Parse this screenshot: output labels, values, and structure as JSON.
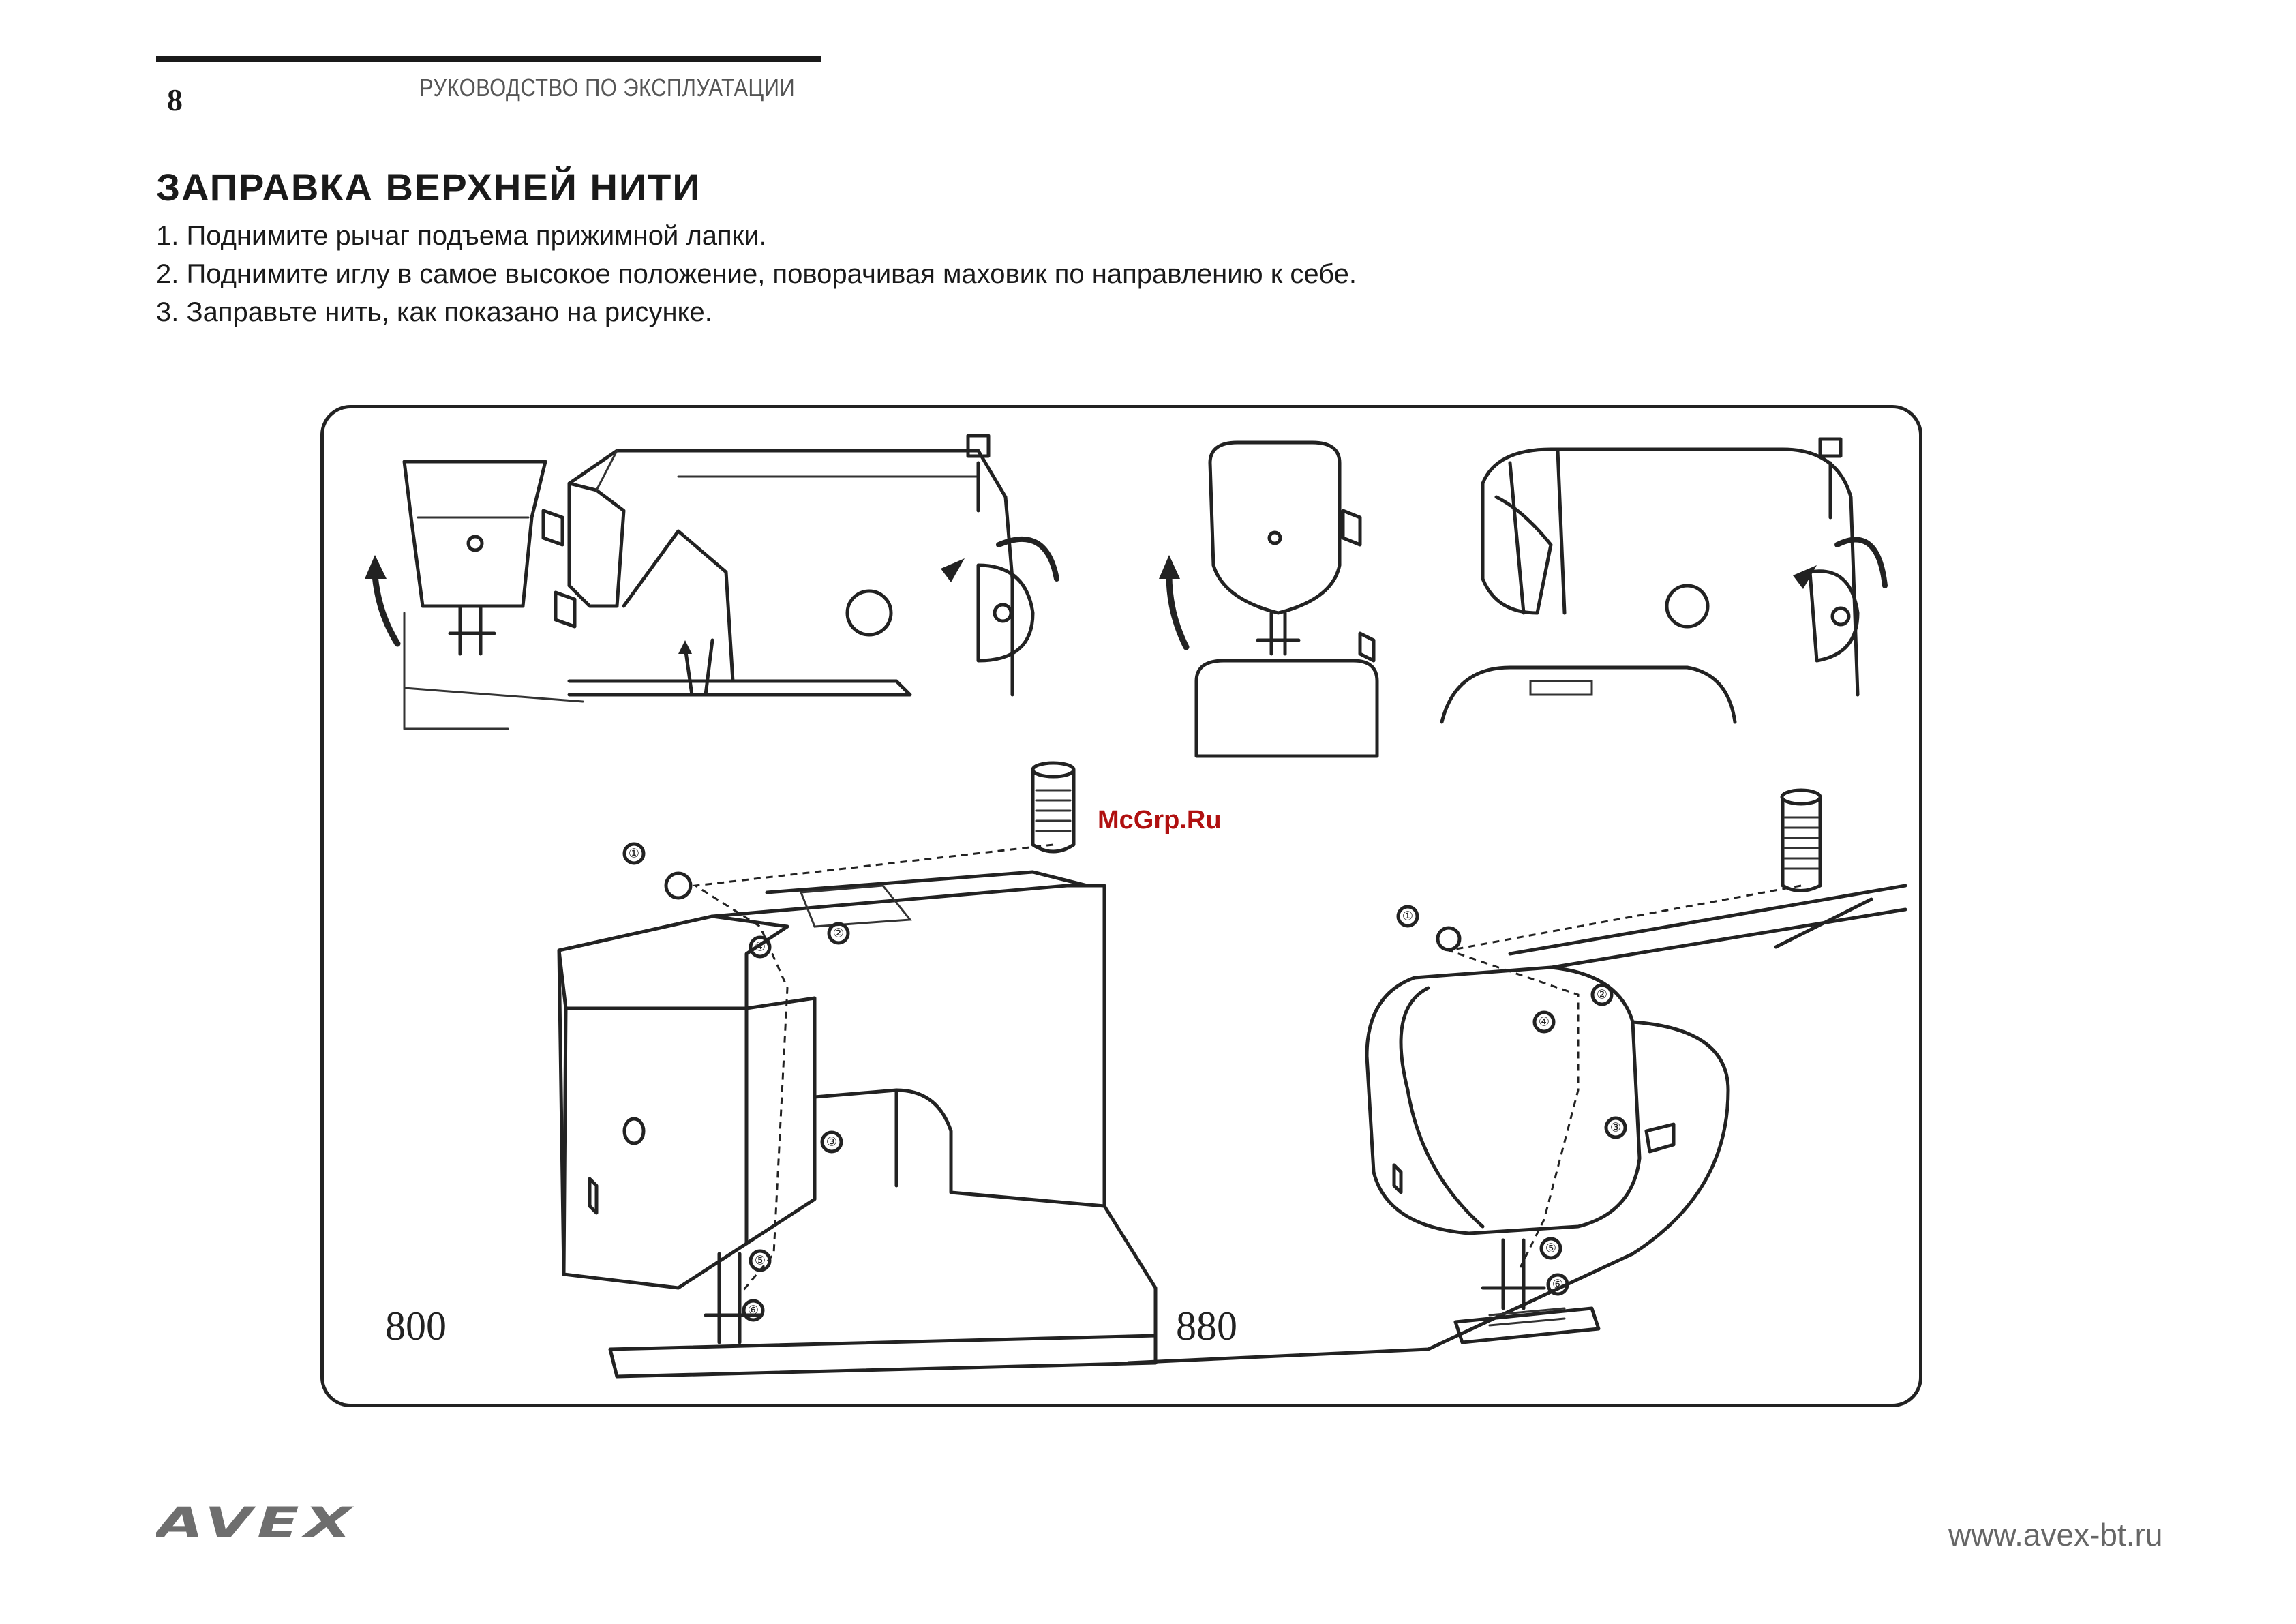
{
  "header": {
    "page_number": "8",
    "running_head": "РУКОВОДСТВО ПО ЭКСПЛУАТАЦИИ"
  },
  "section": {
    "title": "ЗАПРАВКА ВЕРХНЕЙ НИТИ",
    "steps": [
      "1. Поднимите рычаг подъема прижимной лапки.",
      "2. Поднимите иглу в самое высокое положение, поворачивая маховик по направлению к себе.",
      "3. Заправьте нить, как показано на рисунке."
    ]
  },
  "figure": {
    "models": [
      "800",
      "880"
    ],
    "callouts_800": [
      "①",
      "②",
      "③",
      "④",
      "⑤",
      "⑥"
    ],
    "callouts_880": [
      "①",
      "②",
      "③",
      "④",
      "⑤",
      "⑥"
    ]
  },
  "watermark": "McGrp.Ru",
  "footer": {
    "brand": "AVEX",
    "url": "www.avex-bt.ru"
  }
}
